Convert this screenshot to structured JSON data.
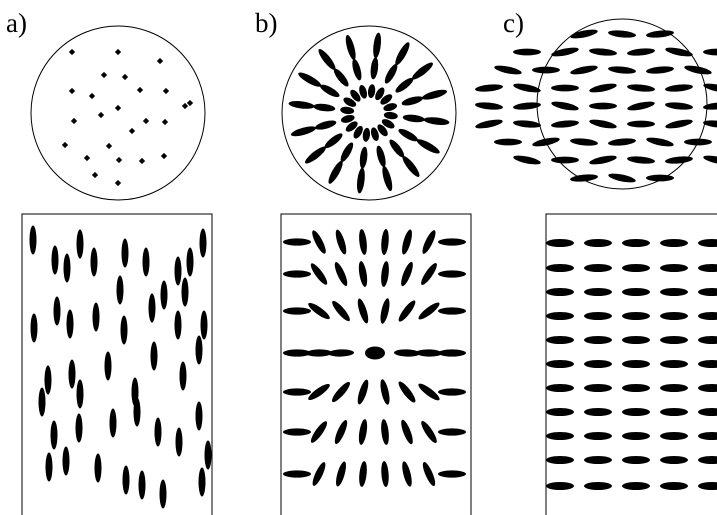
{
  "panels": [
    {
      "id": "a",
      "label": "a)"
    },
    {
      "id": "b",
      "label": "b)"
    },
    {
      "id": "c",
      "label": "c)"
    }
  ],
  "colors": {
    "ink": "#000000",
    "paper": "#ffffff"
  }
}
